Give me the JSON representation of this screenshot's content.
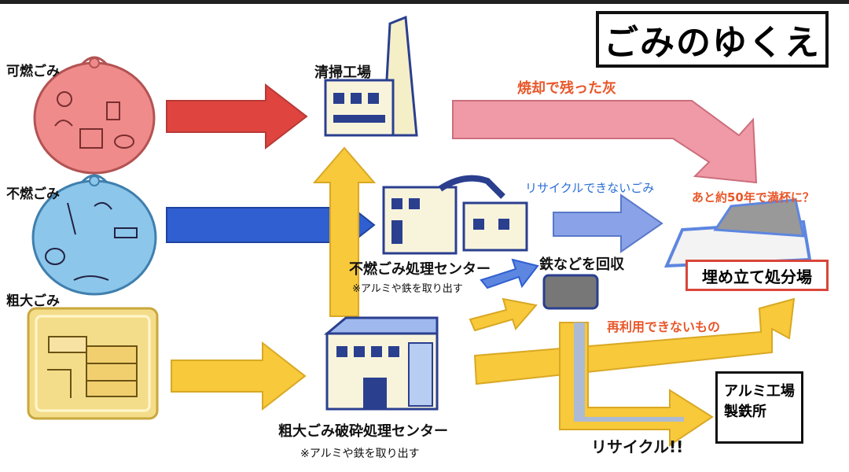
{
  "title": "ごみのゆくえ",
  "waste_types": {
    "burnable": "可燃ごみ",
    "nonburnable": "不燃ごみ",
    "oversized": "粗大ごみ"
  },
  "facilities": {
    "incinerator": "清掃工場",
    "nonburnable_center": "不燃ごみ処理センター",
    "nonburnable_note": "※アルミや鉄を取り出す",
    "crushing_center": "粗大ごみ破砕処理センター",
    "crushing_note": "※アルミや鉄を取り出す",
    "landfill": "埋め立て処分場",
    "recycler_line1": "アルミ工場",
    "recycler_line2": "製鉄所"
  },
  "flows": {
    "ash": "焼却で残った灰",
    "non_recyclable": "リサイクルできないごみ",
    "iron_recovery": "鉄などを回収",
    "not_reusable": "再利用できないもの",
    "recycle": "リサイクル!!",
    "landfill_note": "あと約50年で満杯に？"
  },
  "colors": {
    "red_arrow": "#e0443f",
    "blue_arrow": "#2f5fd0",
    "yellow_arrow": "#f7c93b",
    "pink_arrow": "#ef9aa6",
    "light_blue_arrow": "#8aa3e8",
    "burnable_bag": "#f08b8b",
    "nonburnable_bag": "#8cc6ea",
    "oversized_panel": "#f4dd8a",
    "orange_text": "#e8572a",
    "blue_text": "#2a6fd6"
  }
}
